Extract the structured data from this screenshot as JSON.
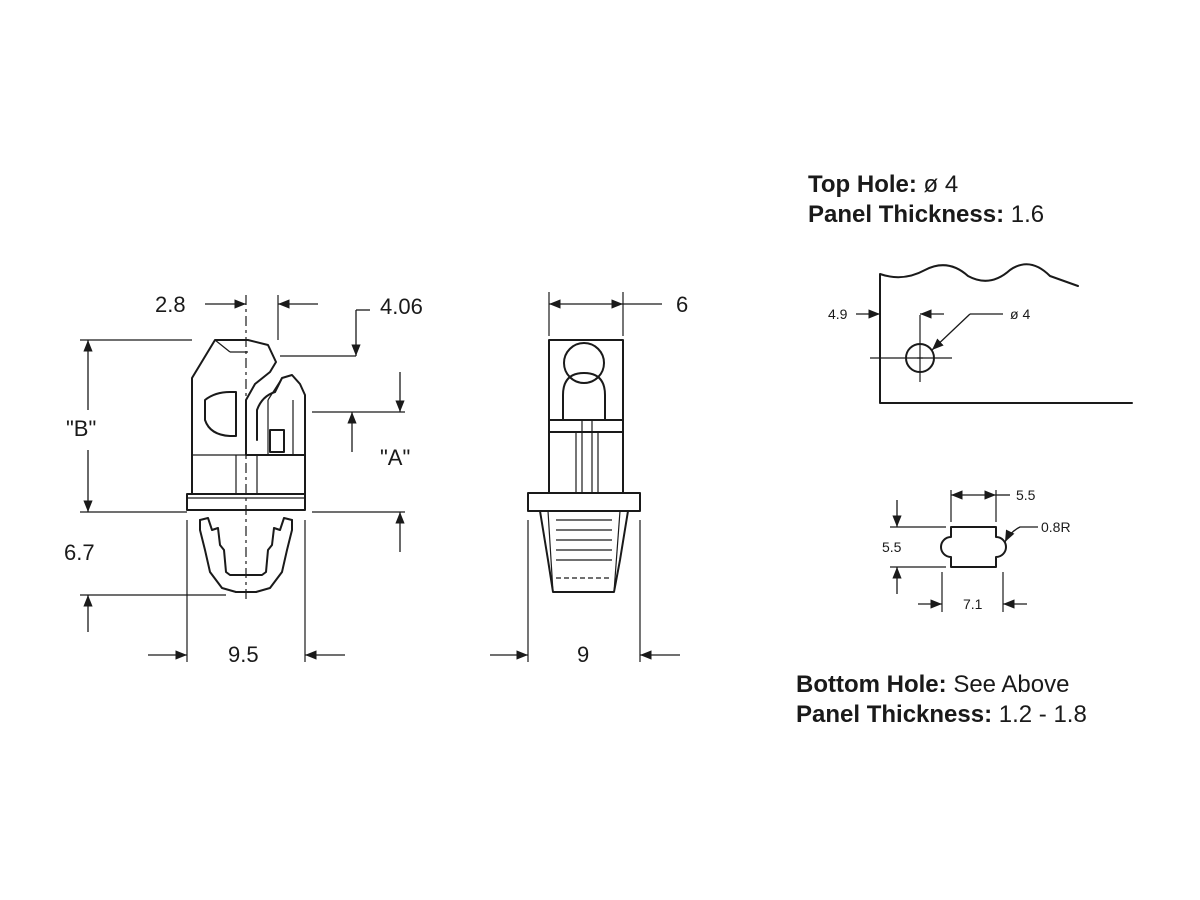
{
  "clip_drawing": {
    "side_view": {
      "dim_top_left": "2.8",
      "dim_top_right": "4.06",
      "dim_height_b": "\"B\"",
      "dim_height_a": "\"A\"",
      "dim_bottom": "6.7",
      "dim_width": "9.5"
    },
    "front_view": {
      "dim_top": "6",
      "dim_width": "9"
    }
  },
  "top_hole": {
    "label": "Top Hole:",
    "value": "ø 4",
    "thickness_label": "Panel Thickness:",
    "thickness_value": "1.6",
    "dim_offset": "4.9",
    "dim_diameter": "ø 4"
  },
  "bottom_hole": {
    "label": "Bottom Hole:",
    "value": "See Above",
    "thickness_label": "Panel Thickness:",
    "thickness_value": "1.2 - 1.8",
    "dim_top_width": "5.5",
    "dim_height": "5.5",
    "dim_radius": "0.8R",
    "dim_bottom_width": "7.1"
  }
}
